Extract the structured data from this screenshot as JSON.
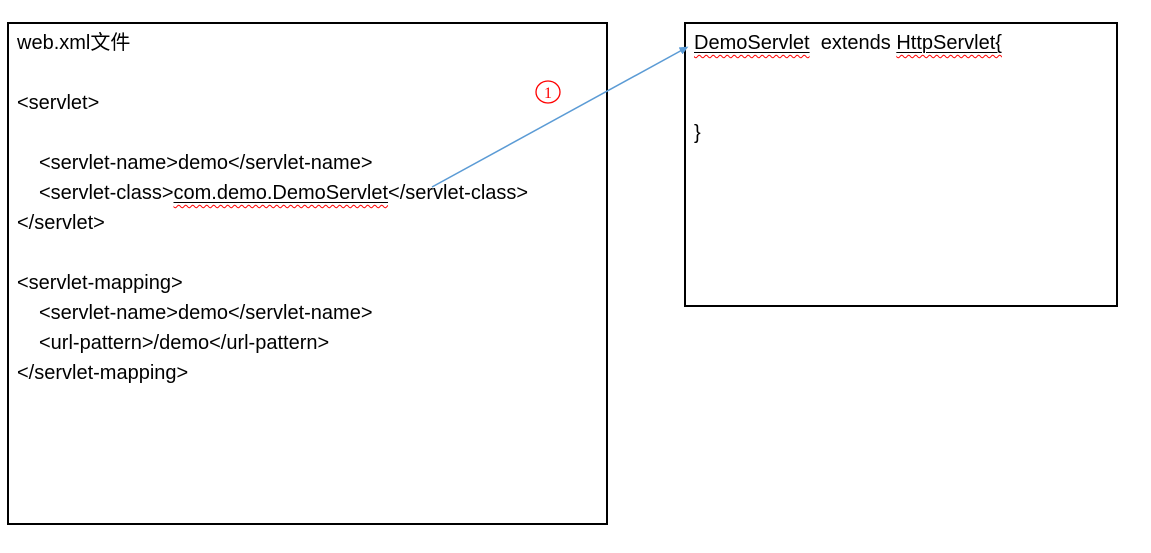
{
  "left_box": {
    "title": "web.xml文件",
    "servlet_open": "<servlet>",
    "servlet_name_line": "<servlet-name>demo</servlet-name>",
    "servlet_class_prefix": "<servlet-class>",
    "servlet_class_value": "com.demo.DemoServlet",
    "servlet_class_suffix": "</servlet-class>",
    "servlet_close": "</servlet>",
    "mapping_open": "<servlet-mapping>",
    "mapping_servlet_name_line": "<servlet-name>demo</servlet-name>",
    "url_pattern_line": "<url-pattern>/demo</url-pattern>",
    "mapping_close": "</servlet-mapping>"
  },
  "right_box": {
    "class_name": "DemoServlet",
    "extends_text": "  extends ",
    "superclass": "HttpServlet{",
    "closing_brace": "}"
  },
  "annotation": {
    "step_number": "1"
  },
  "colors": {
    "arrow_blue": "#5b9bd5",
    "annotation_red": "#ff0000",
    "wavy_underline_red": "#ff0000",
    "text": "#000000",
    "border": "#000000",
    "background": "#ffffff"
  }
}
